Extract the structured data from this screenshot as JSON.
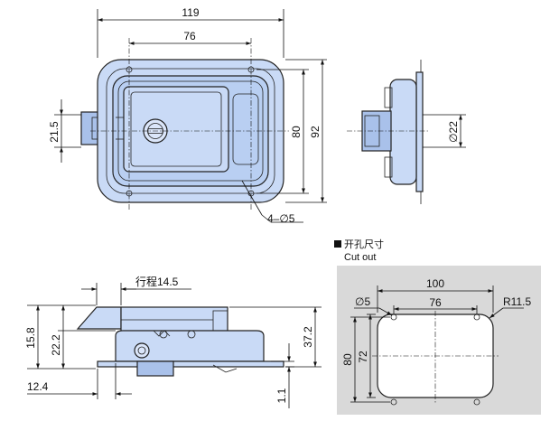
{
  "colors": {
    "body_fill": "#c9daf6",
    "body_fill_dark": "#a9c1ea",
    "cutout_panel_bg": "#d9d9d9",
    "cutout_fill": "#ffffff",
    "line": "#111111"
  },
  "front_view": {
    "width_119": "119",
    "hole_spacing_76": "76",
    "height_80": "80",
    "height_92": "92",
    "latch_21_5": "21.5",
    "holes_4_d5": "4–∅5"
  },
  "side_view": {
    "dia_22": "∅22"
  },
  "bottom_view": {
    "travel_label": "行程14.5",
    "dim_15_8": "15.8",
    "dim_22_2": "22.2",
    "dim_37_2": "37.2",
    "dim_12_4": "12.4",
    "dim_1_1": "1.1"
  },
  "cutout": {
    "title_cn": "开孔尺寸",
    "title_en": "Cut out",
    "dim_100": "100",
    "dim_76": "76",
    "dim_80": "80",
    "dim_72": "72",
    "radius": "R11.5",
    "hole_d5": "∅5"
  }
}
